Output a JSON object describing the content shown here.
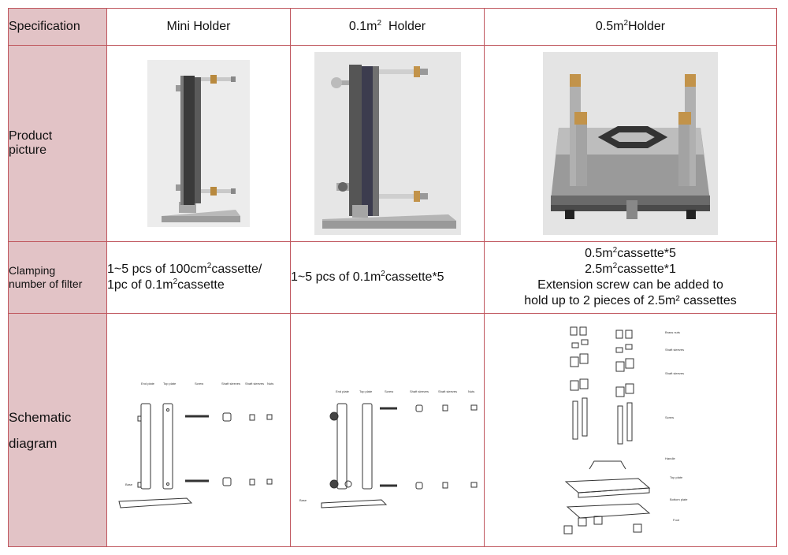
{
  "table": {
    "headers": {
      "spec": "Specification",
      "mini": "Mini Holder",
      "h01_pre": "0.1m",
      "h01_sup": "2",
      "h01_post": "Holder",
      "h05_pre": "0.5m",
      "h05_sup": "2",
      "h05_post": "Holder"
    },
    "rows": {
      "product_label_1": "Product",
      "product_label_2": "picture",
      "clamp_label_1": "Clamping",
      "clamp_label_2": "number of filter",
      "schem_label_1": "Schematic",
      "schem_label_2": "diagram"
    },
    "clamping": {
      "mini_l1_pre": "1~5 pcs of 100cm",
      "mini_l1_sup": "2",
      "mini_l1_post": "cassette/",
      "mini_l2_pre": "1pc of 0.1m",
      "mini_l2_sup": "2",
      "mini_l2_post": "cassette",
      "h01_pre": "1~5 pcs of 0.1m",
      "h01_sup": "2",
      "h01_post": "cassette*5",
      "h05_l1_pre": "0.5m",
      "h05_l1_sup": "2",
      "h05_l1_post": "cassette*5",
      "h05_l2_pre": "2.5m",
      "h05_l2_sup": "2",
      "h05_l2_post": "cassette*1",
      "h05_l3": "Extension screw can be added to",
      "h05_l4": "hold up to 2 pieces of 2.5m² cassettes"
    },
    "schematic_labels": {
      "mini": [
        "End plate",
        "Top plate",
        "Screw",
        "Shaft sleeves",
        "Shaft sleeves",
        "Nuts",
        "Base"
      ],
      "h01": [
        "End plate",
        "Top plate",
        "Screw",
        "Shaft sleeves",
        "Shaft sleeves",
        "Nuts",
        "Base"
      ],
      "h05": [
        "Brass nuts",
        "Shaft sleeves",
        "Shaft sleeves",
        "Screw",
        "Handle",
        "Top plate",
        "Bottom plate",
        "Foot"
      ]
    }
  },
  "colors": {
    "border": "#c0575e",
    "header_bg": "#e2c3c6"
  }
}
